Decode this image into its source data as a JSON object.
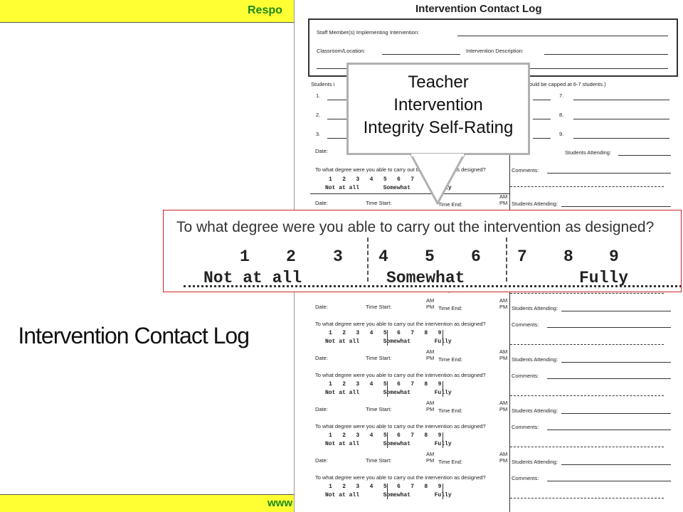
{
  "slide": {
    "top_bar_text": "Respo",
    "bottom_bar_text": "www",
    "title": "Intervention Contact Log"
  },
  "document": {
    "title": "Intervention Contact Log",
    "staff_label": "Staff Member(s) Implementing Intervention:",
    "classroom_label": "Classroom/Location:",
    "description_label": "Intervention Description:",
    "students_label_start": "Students i",
    "students_label_end": "ould be capped at 6-7 students.)",
    "student_numbers_left": [
      "1.",
      "2.",
      "3."
    ],
    "student_numbers_right": [
      "7.",
      "8.",
      "9."
    ],
    "date_label": "Date:",
    "time_start_label": "Time Start:",
    "time_end_label": "Time End:",
    "am": "AM",
    "pm": "PM",
    "students_attending_label": "Students Attending:",
    "question_short": "To what degree were you able to carry out the intervention as designed?",
    "comments_label": "Comments:",
    "scale_numbers_row": "1   2   3   4   5   6   7   8   9",
    "scale_labels_row": "Not at all       Somewhat       Fully"
  },
  "zoom": {
    "question": "To what degree were you able to carry out the intervention as designed?",
    "numbers": [
      "1",
      "2",
      "3",
      "4",
      "5",
      "6",
      "7",
      "8",
      "9"
    ],
    "labels": [
      "Not at all",
      "Somewhat",
      "Fully"
    ]
  },
  "callout": {
    "lines": [
      "Teacher",
      "Intervention",
      "Integrity Self-Rating"
    ]
  }
}
